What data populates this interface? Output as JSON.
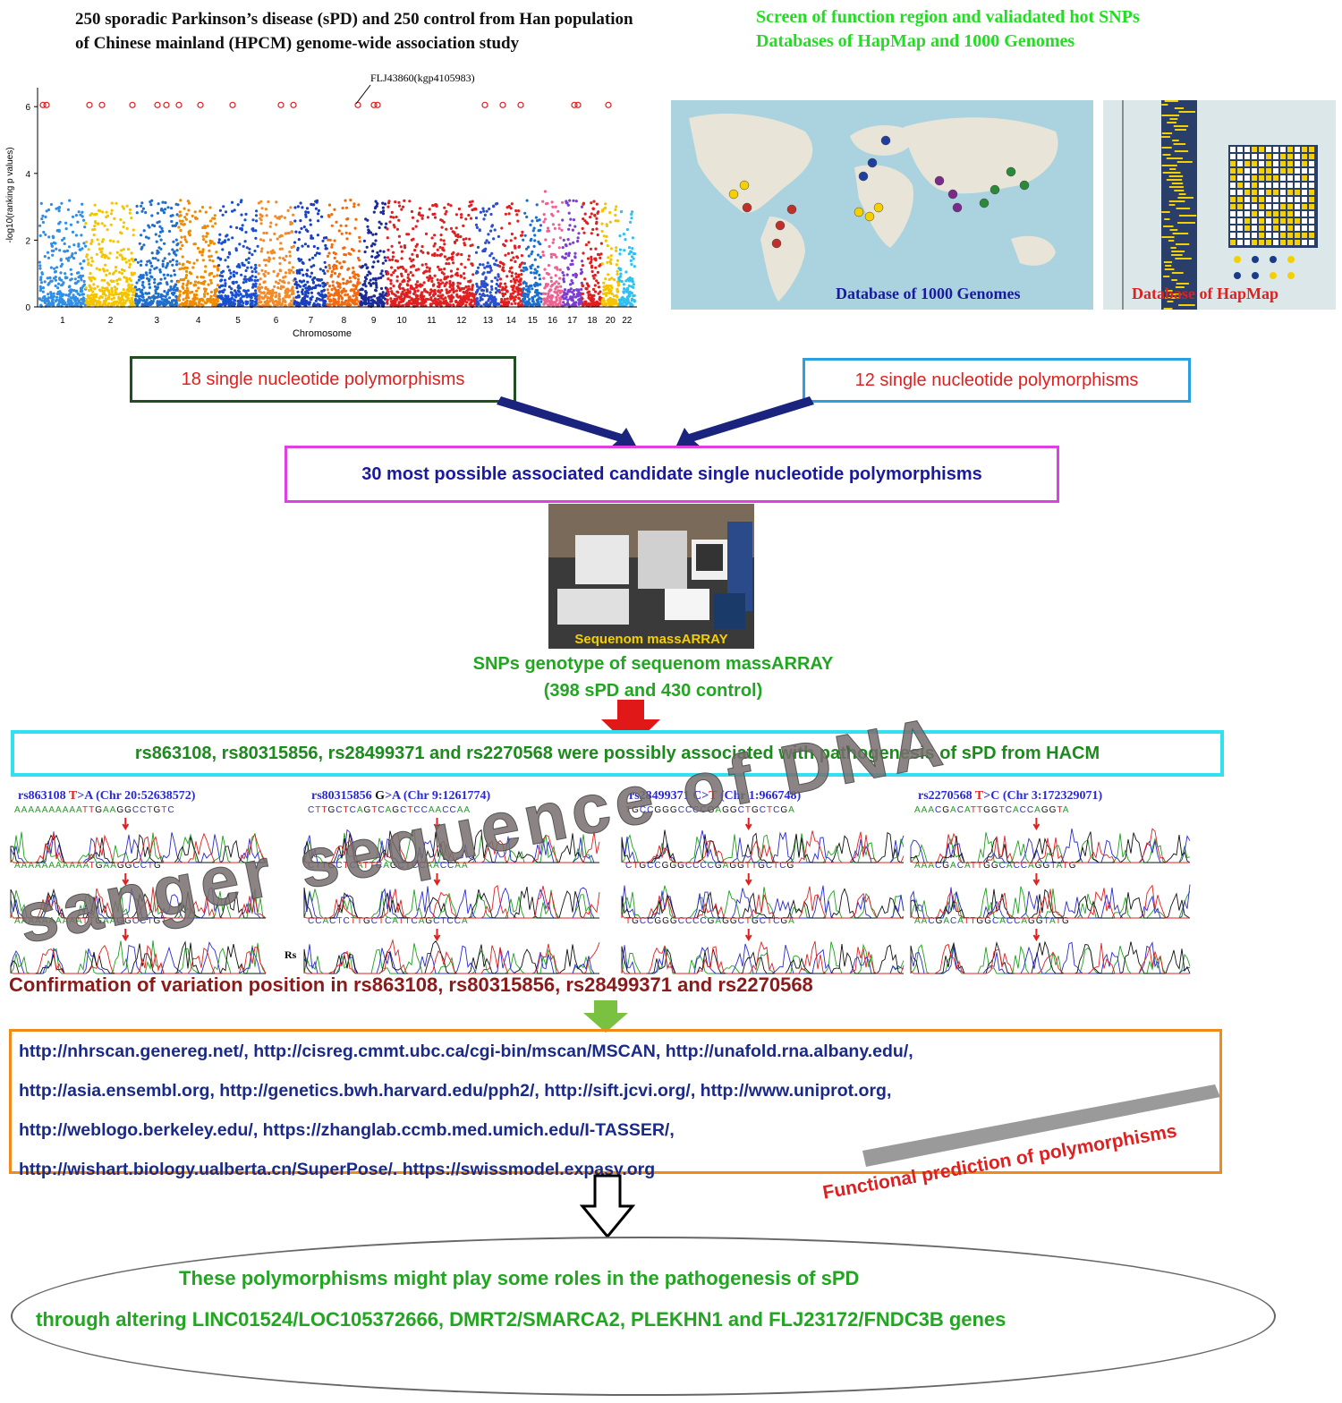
{
  "header": {
    "left_line1": "250 sporadic Parkinson’s disease (sPD) and 250 control from Han population",
    "left_line2": "of Chinese mainland (HPCM) genome-wide association study",
    "right_line1": "Screen of function region and valiadated hot SNPs",
    "right_line2": "Databases of HapMap and 1000 Genomes"
  },
  "manhattan": {
    "annotation": "FLJ43860(kgp4105983)",
    "ylabel": "-log10(ranking p values)",
    "xlabel": "Chromosome",
    "yticks": [
      "0",
      "2",
      "4",
      "6"
    ],
    "chromosomes": [
      "1",
      "2",
      "3",
      "4",
      "5",
      "6",
      "7",
      "8",
      "9",
      "10",
      "11",
      "12",
      "13",
      "14",
      "15",
      "16",
      "17",
      "18",
      "20",
      "22"
    ],
    "colors": [
      "#2f8fe8",
      "#f5c400",
      "#1e6fd0",
      "#f08a00",
      "#1a4fcf",
      "#f28a2a",
      "#1a3fbf",
      "#f26a10",
      "#1a2a9a",
      "#e02020",
      "#e02020",
      "#e02020",
      "#2a4fcf",
      "#e02020",
      "#1a6fd0",
      "#f06090",
      "#7a3fd0",
      "#e02020",
      "#f5c400",
      "#33c0f0"
    ]
  },
  "map_image": {
    "label": "Database of 1000 Genomes"
  },
  "hapmap_image": {
    "label": "Database of HapMap"
  },
  "boxes": {
    "snp18": "18 single nucleotide polymorphisms",
    "snp12": "12 single nucleotide polymorphisms",
    "snp30": "30 most possible associated candidate single nucleotide polymorphisms"
  },
  "sequenom": {
    "photo_label": "Sequenom massARRAY",
    "caption_line1": "SNPs genotype of sequenom massARRAY",
    "caption_line2": "(398 sPD and 430 control)"
  },
  "result_box": "rs863108, rs80315856, rs28499371 and rs2270568 were possibly associated with pathogenesis of sPD from HACM",
  "sanger": {
    "watermark": "sanger sequence of DNA",
    "panels": [
      {
        "rs": "rs863108 ",
        "mut": "T",
        "rest": ">A (Chr 20:52638572)",
        "seqs": [
          "AAAAAAAAAATTGAAGGCCTGTC",
          "AAAAAAAAAAATGAAGGCCTG",
          "AAAAAAAAAATTGAAGGCCTGT"
        ]
      },
      {
        "rs": "rs80315856 ",
        "mut": "G",
        "rest": ">A (Chr 9:1261774)",
        "seqs": [
          "CTTGCTCAGTCAGCTCCAACCAA",
          "CTTGCTCATTCAGCTCCAACCAA",
          "CCACTCTTGCTCATTCAGCTCCA"
        ],
        "side": "Rs"
      },
      {
        "rs": "rs28499371 C>",
        "mut": "T",
        "rest": " (Chr 1:966748)",
        "seqs": [
          "TGCCGGGCCCCGAGGCTGCTCGA",
          "CTGCCGGGCCCCGAGGTTGCTCG",
          "TGCCGGGCCCCGAGGCTGCTCGA"
        ]
      },
      {
        "rs": "rs2270568 ",
        "mut": "T",
        "rest": ">C (Chr 3:172329071)",
        "seqs": [
          "AAACGACATTGGTCACCAGGTA",
          "AAACGACATTGGCACCAGGTATG",
          "AACGACATTGGCACCAGGTATG"
        ]
      }
    ],
    "confirmation": "Confirmation of variation position in rs863108, rs80315856, rs28499371 and rs2270568"
  },
  "urls": {
    "lines": [
      "http://nhrscan.genereg.net/, http://cisreg.cmmt.ubc.ca/cgi-bin/mscan/MSCAN, http://unafold.rna.albany.edu/,",
      "http://asia.ensembl.org, http://genetics.bwh.harvard.edu/pph2/, http://sift.jcvi.org/, http://www.uniprot.org,",
      "http://weblogo.berkeley.edu/, https://zhanglab.ccmb.med.umich.edu/I-TASSER/,",
      "http://wishart.biology.ualberta.cn/SuperPose/.   https://swissmodel.expasy.org"
    ],
    "label": "Functional prediction of polymorphisms"
  },
  "conclusion": {
    "line1": "These polymorphisms might play some roles in the pathogenesis of sPD",
    "line2": "through altering LINC01524/LOC105372666, DMRT2/SMARCA2, PLEKHN1 and FLJ23172/FNDC3B genes"
  }
}
